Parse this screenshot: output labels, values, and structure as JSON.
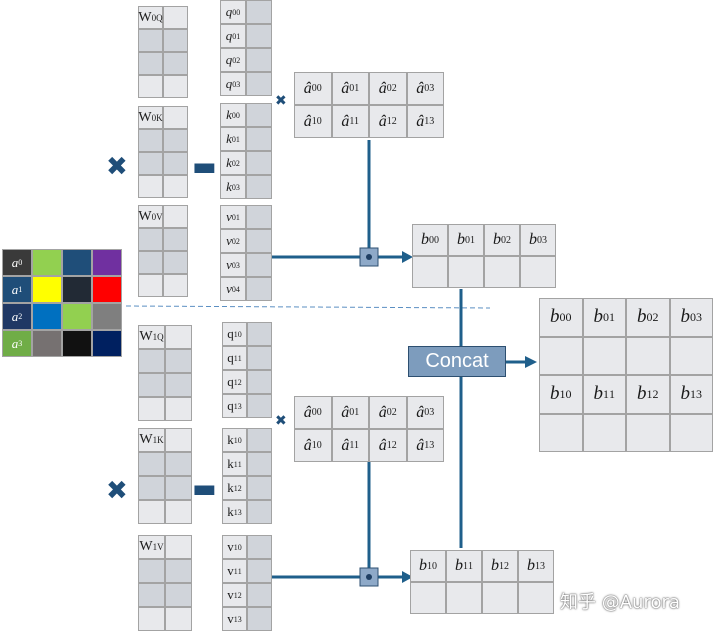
{
  "inputs": [
    {
      "base": "a",
      "sup": "0"
    },
    {
      "base": "a",
      "sup": "1"
    },
    {
      "base": "a",
      "sup": "2"
    },
    {
      "base": "a",
      "sup": "3"
    }
  ],
  "input_colors": [
    [
      "#92d050",
      "#1f4e79",
      "#7030a0"
    ],
    [
      "#ffff00",
      "#222a35",
      "#ff0000"
    ],
    [
      "#0070c0",
      "#92d050",
      "#7f7f7f"
    ],
    [
      "#767171",
      "#111111",
      "#002060"
    ]
  ],
  "weights": [
    {
      "base": "W",
      "sup": "Q",
      "sub": "0"
    },
    {
      "base": "W",
      "sup": "K",
      "sub": "0"
    },
    {
      "base": "W",
      "sup": "V",
      "sub": "0"
    },
    {
      "base": "W",
      "sup": "Q",
      "sub": "1"
    },
    {
      "base": "W",
      "sup": "K",
      "sub": "1"
    },
    {
      "base": "W",
      "sup": "V",
      "sub": "1"
    }
  ],
  "head0_vectors": {
    "q": [
      [
        "q",
        "0",
        "0"
      ],
      [
        "q",
        "1",
        "0"
      ],
      [
        "q",
        "2",
        "0"
      ],
      [
        "q",
        "3",
        "0"
      ]
    ],
    "k": [
      [
        "k",
        "0",
        "0"
      ],
      [
        "k",
        "1",
        "0"
      ],
      [
        "k",
        "2",
        "0"
      ],
      [
        "k",
        "3",
        "0"
      ]
    ],
    "v": [
      [
        "v",
        "1",
        "0"
      ],
      [
        "v",
        "2",
        "0"
      ],
      [
        "v",
        "3",
        "0"
      ],
      [
        "v",
        "4",
        "0"
      ]
    ]
  },
  "head1_vectors": {
    "q": [
      [
        "q",
        "0",
        "1"
      ],
      [
        "q",
        "1",
        "1"
      ],
      [
        "q",
        "2",
        "1"
      ],
      [
        "q",
        "3",
        "1"
      ]
    ],
    "k": [
      [
        "k",
        "0",
        "1"
      ],
      [
        "k",
        "1",
        "1"
      ],
      [
        "k",
        "2",
        "1"
      ],
      [
        "k",
        "3",
        "1"
      ]
    ],
    "v": [
      [
        "v",
        "0",
        "1"
      ],
      [
        "v",
        "1",
        "1"
      ],
      [
        "v",
        "2",
        "1"
      ],
      [
        "v",
        "3",
        "1"
      ]
    ]
  },
  "attention": {
    "row0": [
      "â00",
      "â01",
      "â02",
      "â03"
    ],
    "row1": [
      "â10",
      "â11",
      "â12",
      "â13"
    ]
  },
  "attention_cells": [
    [
      {
        "base": "â",
        "sub": "00"
      },
      {
        "base": "â",
        "sub": "01"
      },
      {
        "base": "â",
        "sub": "02"
      },
      {
        "base": "â",
        "sub": "03"
      }
    ],
    [
      {
        "base": "â",
        "sub": "10"
      },
      {
        "base": "â",
        "sub": "11"
      },
      {
        "base": "â",
        "sub": "12"
      },
      {
        "base": "â",
        "sub": "13"
      }
    ]
  ],
  "outputs_head0": [
    [
      "b",
      "0",
      "0"
    ],
    [
      "b",
      "1",
      "0"
    ],
    [
      "b",
      "2",
      "0"
    ],
    [
      "b",
      "3",
      "0"
    ]
  ],
  "outputs_head1": [
    [
      "b",
      "0",
      "1"
    ],
    [
      "b",
      "1",
      "1"
    ],
    [
      "b",
      "2",
      "1"
    ],
    [
      "b",
      "3",
      "1"
    ]
  ],
  "concat_label": "Concat",
  "watermark": "知乎 @Aurora",
  "colors": {
    "line": "#1f5f8b",
    "cross": "#1f4e79",
    "cell_gray": "#d0d4da",
    "cell_light": "#e8e9ec",
    "concat_fill": "#7d9cbd"
  }
}
